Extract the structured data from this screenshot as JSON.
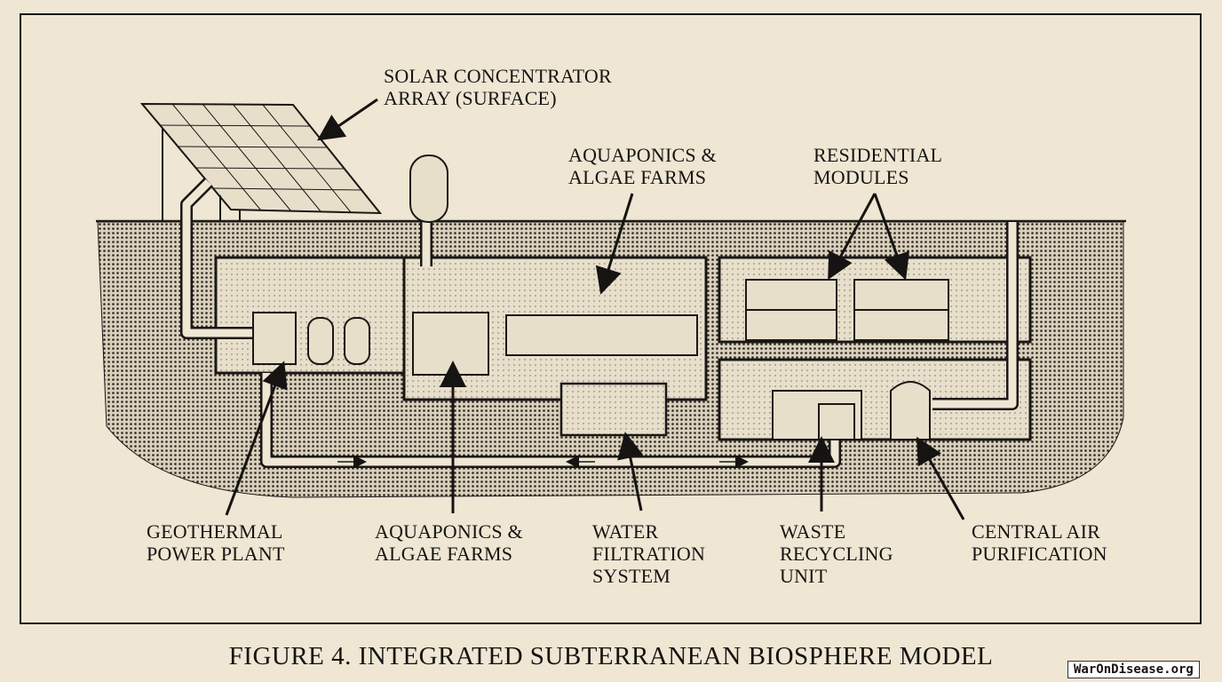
{
  "labels": {
    "solar": "SOLAR CONCENTRATOR\nARRAY (SURFACE)",
    "aquaponics_top": "AQUAPONICS &\nALGAE FARMS",
    "residential": "RESIDENTIAL\nMODULES",
    "geothermal": "GEOTHERMAL\nPOWER PLANT",
    "aquaponics_bottom": "AQUAPONICS &\nALGAE FARMS",
    "water": "WATER\nFILTRATION\nSYSTEM",
    "waste": "WASTE\nRECYCLING\nUNIT",
    "air": "CENTRAL AIR\nPURIFICATION"
  },
  "title": "FIGURE 4.  INTEGRATED SUBTERRANEAN BIOSPHERE MODEL",
  "watermark": "WarOnDisease.org"
}
